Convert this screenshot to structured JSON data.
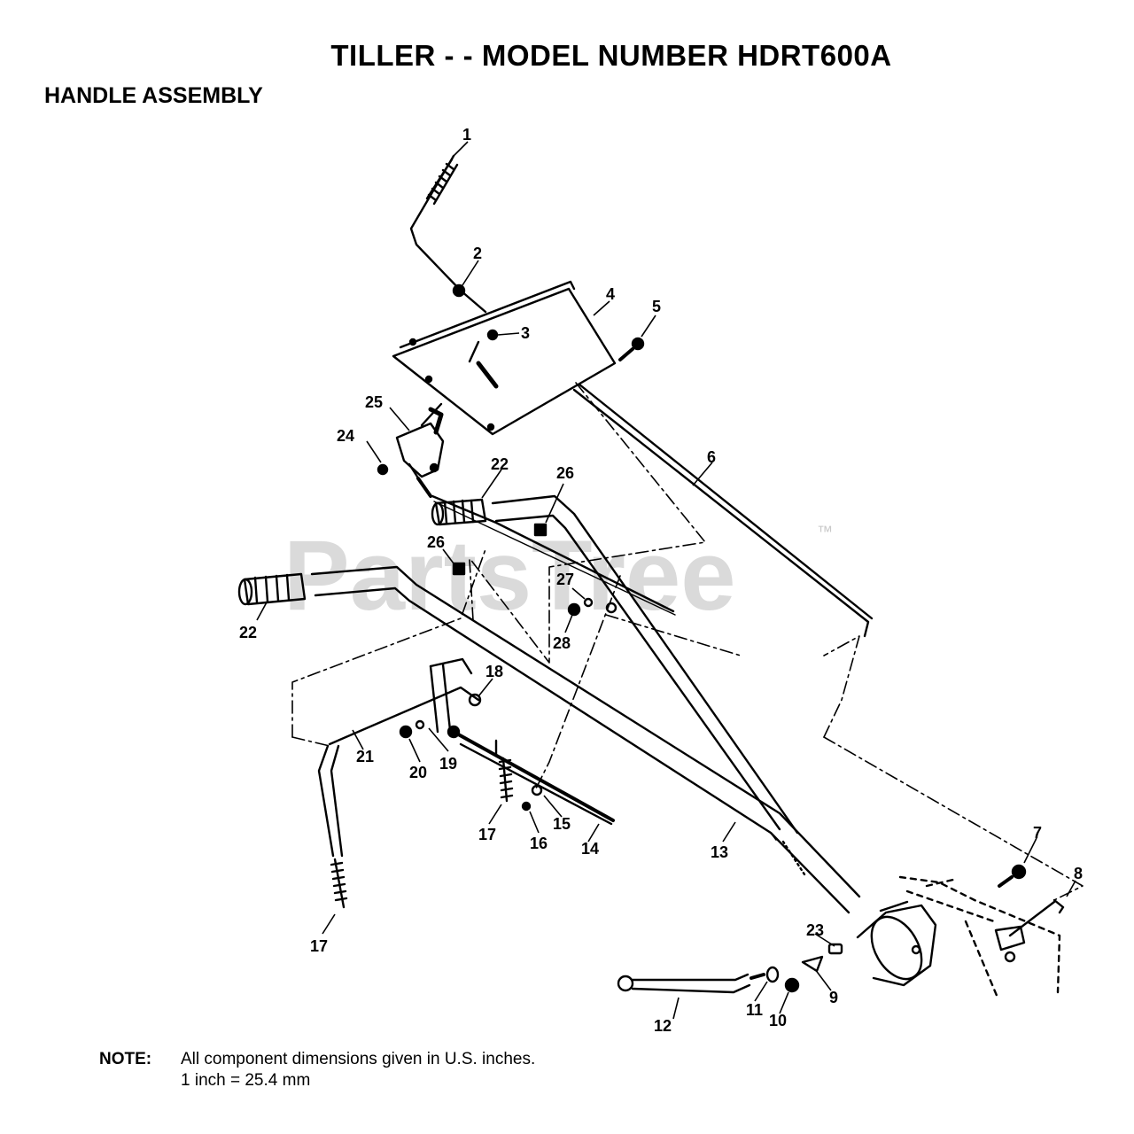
{
  "header": {
    "title": "TILLER - - MODEL NUMBER HDRT600A",
    "subtitle": "HANDLE ASSEMBLY"
  },
  "watermark": {
    "text": "PartsTree",
    "tm": "™",
    "color": "#d9d9d9"
  },
  "callouts": [
    {
      "id": "1",
      "label": "1"
    },
    {
      "id": "2",
      "label": "2"
    },
    {
      "id": "3",
      "label": "3"
    },
    {
      "id": "4",
      "label": "4"
    },
    {
      "id": "5",
      "label": "5"
    },
    {
      "id": "6",
      "label": "6"
    },
    {
      "id": "7",
      "label": "7"
    },
    {
      "id": "8",
      "label": "8"
    },
    {
      "id": "9",
      "label": "9"
    },
    {
      "id": "10",
      "label": "10"
    },
    {
      "id": "11",
      "label": "11"
    },
    {
      "id": "12",
      "label": "12"
    },
    {
      "id": "13",
      "label": "13"
    },
    {
      "id": "14",
      "label": "14"
    },
    {
      "id": "15",
      "label": "15"
    },
    {
      "id": "16",
      "label": "16"
    },
    {
      "id": "17a",
      "label": "17"
    },
    {
      "id": "17b",
      "label": "17"
    },
    {
      "id": "18",
      "label": "18"
    },
    {
      "id": "19",
      "label": "19"
    },
    {
      "id": "20",
      "label": "20"
    },
    {
      "id": "21",
      "label": "21"
    },
    {
      "id": "22a",
      "label": "22"
    },
    {
      "id": "22b",
      "label": "22"
    },
    {
      "id": "23",
      "label": "23"
    },
    {
      "id": "24",
      "label": "24"
    },
    {
      "id": "25",
      "label": "25"
    },
    {
      "id": "26a",
      "label": "26"
    },
    {
      "id": "26b",
      "label": "26"
    },
    {
      "id": "27",
      "label": "27"
    },
    {
      "id": "28",
      "label": "28"
    }
  ],
  "note": {
    "label": "NOTE:",
    "line1": "All component dimensions given in U.S. inches.",
    "line2": "1 inch = 25.4 mm"
  }
}
